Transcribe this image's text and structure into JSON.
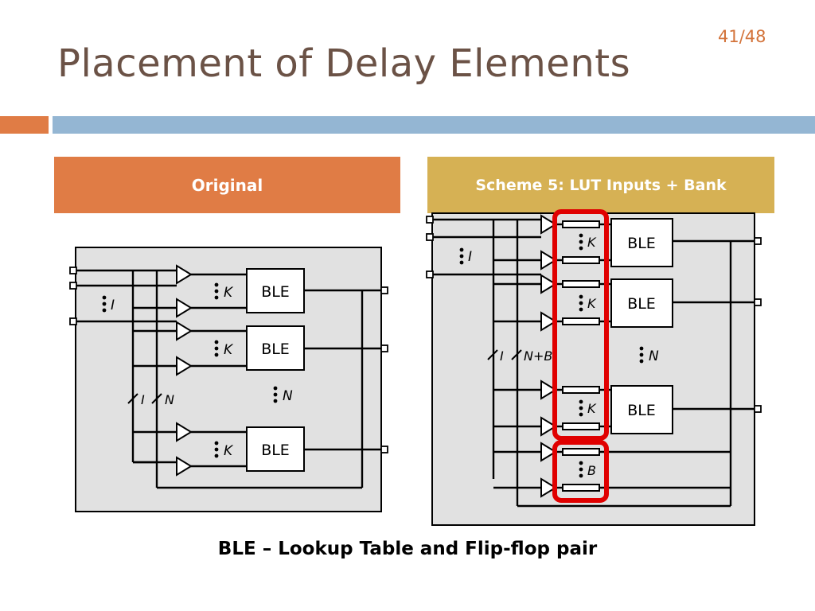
{
  "slide": {
    "page_number": "41/48",
    "title": "Placement of Delay Elements"
  },
  "columns": {
    "left_header": "Original",
    "right_header": "Scheme 5:  LUT Inputs + Bank"
  },
  "diagram_labels": {
    "ble": "BLE",
    "k": "K",
    "i": "I",
    "n": "N",
    "b": "B",
    "i_n": "I",
    "n_bus": "N",
    "n_plus_b": "N+B"
  },
  "colors": {
    "title": "#6b5246",
    "orange": "#e07c45",
    "blue": "#94b6d3",
    "gold": "#d6b154",
    "highlight": "#e00000"
  },
  "caption": "BLE – Lookup Table and Flip-flop pair"
}
